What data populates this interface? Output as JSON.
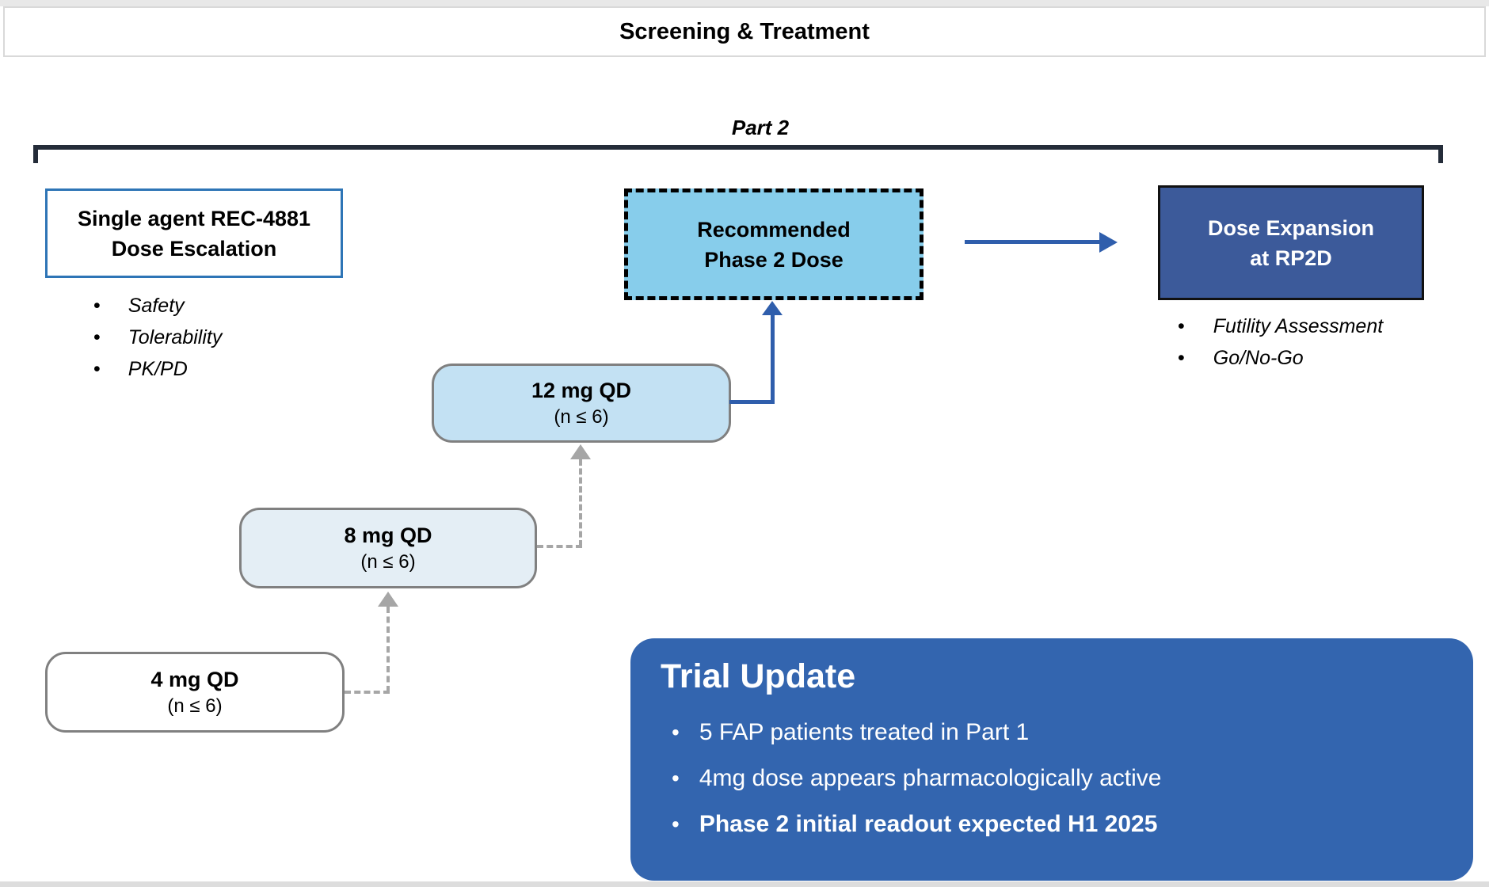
{
  "header": {
    "title": "Screening & Treatment"
  },
  "part2": {
    "label": "Part 2"
  },
  "left_panel": {
    "title_line1": "Single agent REC-4881",
    "title_line2": "Dose Escalation",
    "bullets": [
      "Safety",
      "Tolerability",
      "PK/PD"
    ]
  },
  "rp2d_box": {
    "line1": "Recommended",
    "line2": "Phase 2 Dose"
  },
  "expansion_box": {
    "line1": "Dose Expansion",
    "line2": "at RP2D",
    "bullets": [
      "Futility Assessment",
      "Go/No-Go"
    ]
  },
  "dose_steps": [
    {
      "dose": "4 mg QD",
      "n": "(n ≤ 6)"
    },
    {
      "dose": "8 mg QD",
      "n": "(n ≤ 6)"
    },
    {
      "dose": "12 mg QD",
      "n": "(n ≤ 6)"
    }
  ],
  "trial_update": {
    "title": "Trial Update",
    "bullets": [
      "5 FAP patients treated in Part 1",
      "4mg dose appears pharmacologically active",
      "Phase 2 initial readout expected H1 2025"
    ],
    "bullet_marker": "•"
  },
  "colors": {
    "accent-border": "#2E75B6",
    "arrow-blue": "#2F5EAC",
    "sky-blue": "#87CDEB",
    "step12": "#C3E1F3",
    "step8": "#E4EEF5",
    "step4": "#FFFFFF",
    "navy": "#3C5A9A",
    "trial-blue": "#3365AF",
    "gray-border": "#808080",
    "dash-gray": "#A6A6A6",
    "bracket": "#242C39"
  }
}
